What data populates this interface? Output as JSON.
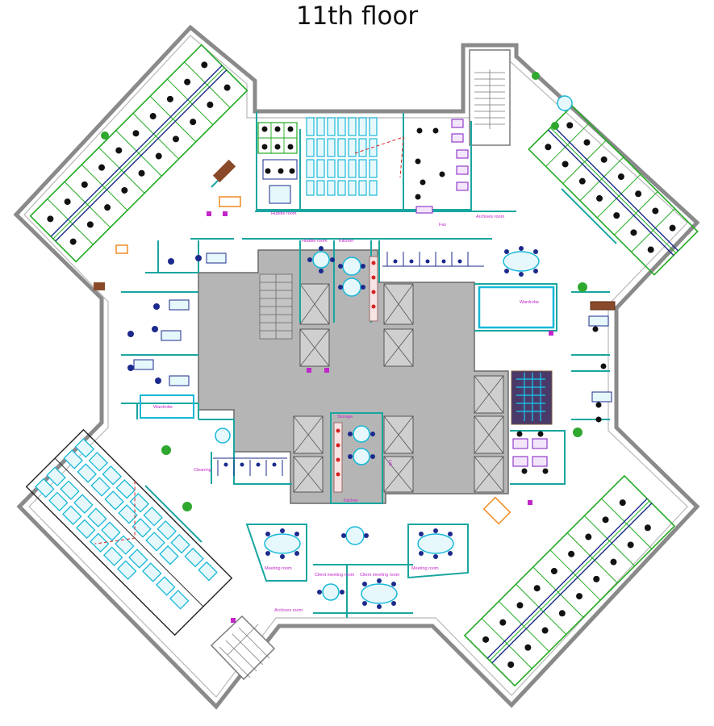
{
  "title": "11th floor",
  "rooms": {
    "huddle_top": "Huddle room",
    "huddle_core": "Huddle room",
    "kitchen_top": "Kitchen",
    "archive_top": "Archives room",
    "fax": "Fax",
    "wardrobe_left": "Wardrobe",
    "wardrobe_right": "Wardrobe",
    "cleaning": "Cleaning",
    "storage": "Storage",
    "kitchen_bottom": "Kitchen",
    "meeting_left": "Meeting room",
    "meeting_right": "Meeting room",
    "client_meeting_1": "Client meeting room",
    "client_meeting_2": "Client meeting room",
    "archive_bottom": "Archives room",
    "lift": "Lift"
  },
  "colors": {
    "wall": "#8a8a8a",
    "core": "#b5b5b5",
    "green": "#22aa22",
    "navy": "#1b2a8c",
    "cyan": "#17b8d8",
    "teal": "#1aa6a0",
    "magenta": "#c026c8",
    "chair": "#111111",
    "red": "#d62020",
    "orange": "#f08a24"
  }
}
